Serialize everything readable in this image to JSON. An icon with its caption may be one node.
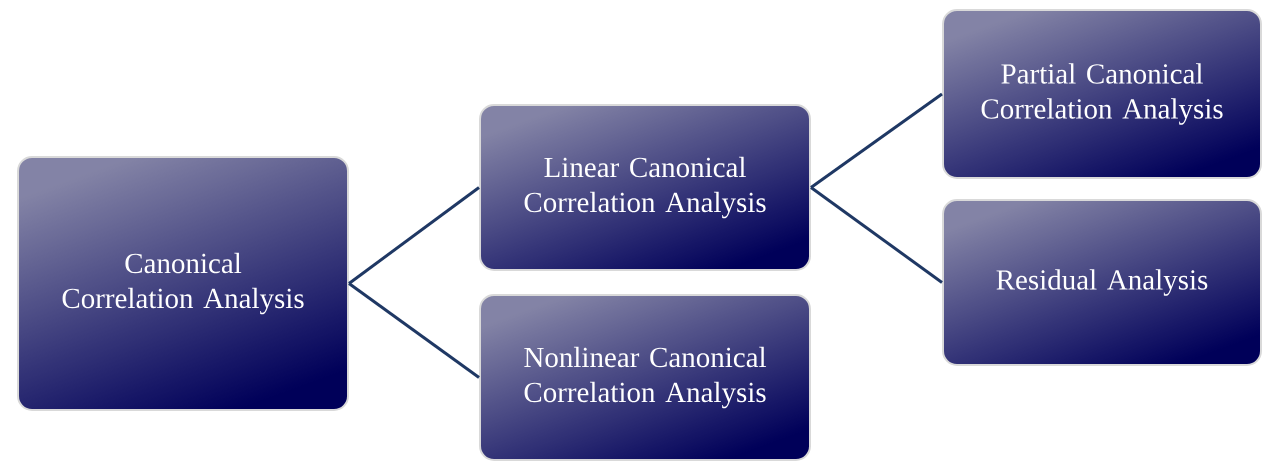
{
  "diagram": {
    "nodes": [
      {
        "text": [
          "Canonical Correlation Analysis"
        ]
      },
      {
        "text": [
          "Linear Canonical Correlation Analysis"
        ]
      },
      {
        "text": [
          "Nonlinear Canonical Correlation Analysis"
        ]
      },
      {
        "text": [
          "Partial Canonical Correlation Analysis"
        ]
      },
      {
        "text": [
          "Residual Analysis"
        ]
      }
    ],
    "edges": [
      {
        "from": 0,
        "to": 1,
        "arrow": "none"
      },
      {
        "from": 0,
        "to": 2,
        "arrow": "none"
      },
      {
        "from": 1,
        "to": 3,
        "arrow": "none"
      },
      {
        "from": 1,
        "to": 4,
        "arrow": "none"
      }
    ]
  }
}
